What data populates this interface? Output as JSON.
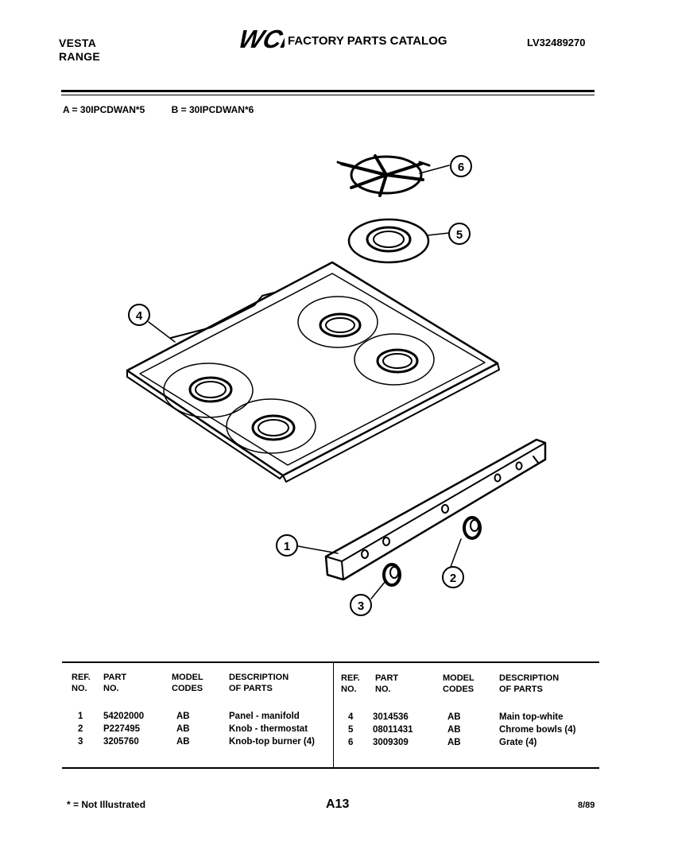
{
  "header": {
    "brand_line1": "VESTA",
    "brand_line2": "RANGE",
    "logo_text": "WCI",
    "catalog_title": "FACTORY PARTS CATALOG",
    "catalog_number": "LV32489270"
  },
  "models": {
    "a": "A = 30IPCDWAN*5",
    "b": "B = 30IPCDWAN*6"
  },
  "diagram": {
    "callouts": [
      "1",
      "2",
      "3",
      "4",
      "5",
      "6"
    ]
  },
  "table": {
    "headers": {
      "ref_line1": "REF.",
      "ref_line2": "NO.",
      "part_line1": "PART",
      "part_line2": "NO.",
      "model_line1": "MODEL",
      "model_line2": "CODES",
      "desc_line1": "DESCRIPTION",
      "desc_line2": "OF PARTS"
    },
    "left_rows": [
      {
        "ref": "1",
        "part": "54202000",
        "model": "AB",
        "desc": "Panel - manifold"
      },
      {
        "ref": "2",
        "part": "P227495",
        "model": "AB",
        "desc": "Knob - thermostat"
      },
      {
        "ref": "3",
        "part": "3205760",
        "model": "AB",
        "desc": "Knob-top burner (4)"
      }
    ],
    "right_rows": [
      {
        "ref": "4",
        "part": "3014536",
        "model": "AB",
        "desc": "Main top-white"
      },
      {
        "ref": "5",
        "part": "08011431",
        "model": "AB",
        "desc": "Chrome bowls (4)"
      },
      {
        "ref": "6",
        "part": "3009309",
        "model": "AB",
        "desc": "Grate (4)"
      }
    ]
  },
  "footer": {
    "note": "* = Not Illustrated",
    "page": "A13",
    "date": "8/89"
  }
}
